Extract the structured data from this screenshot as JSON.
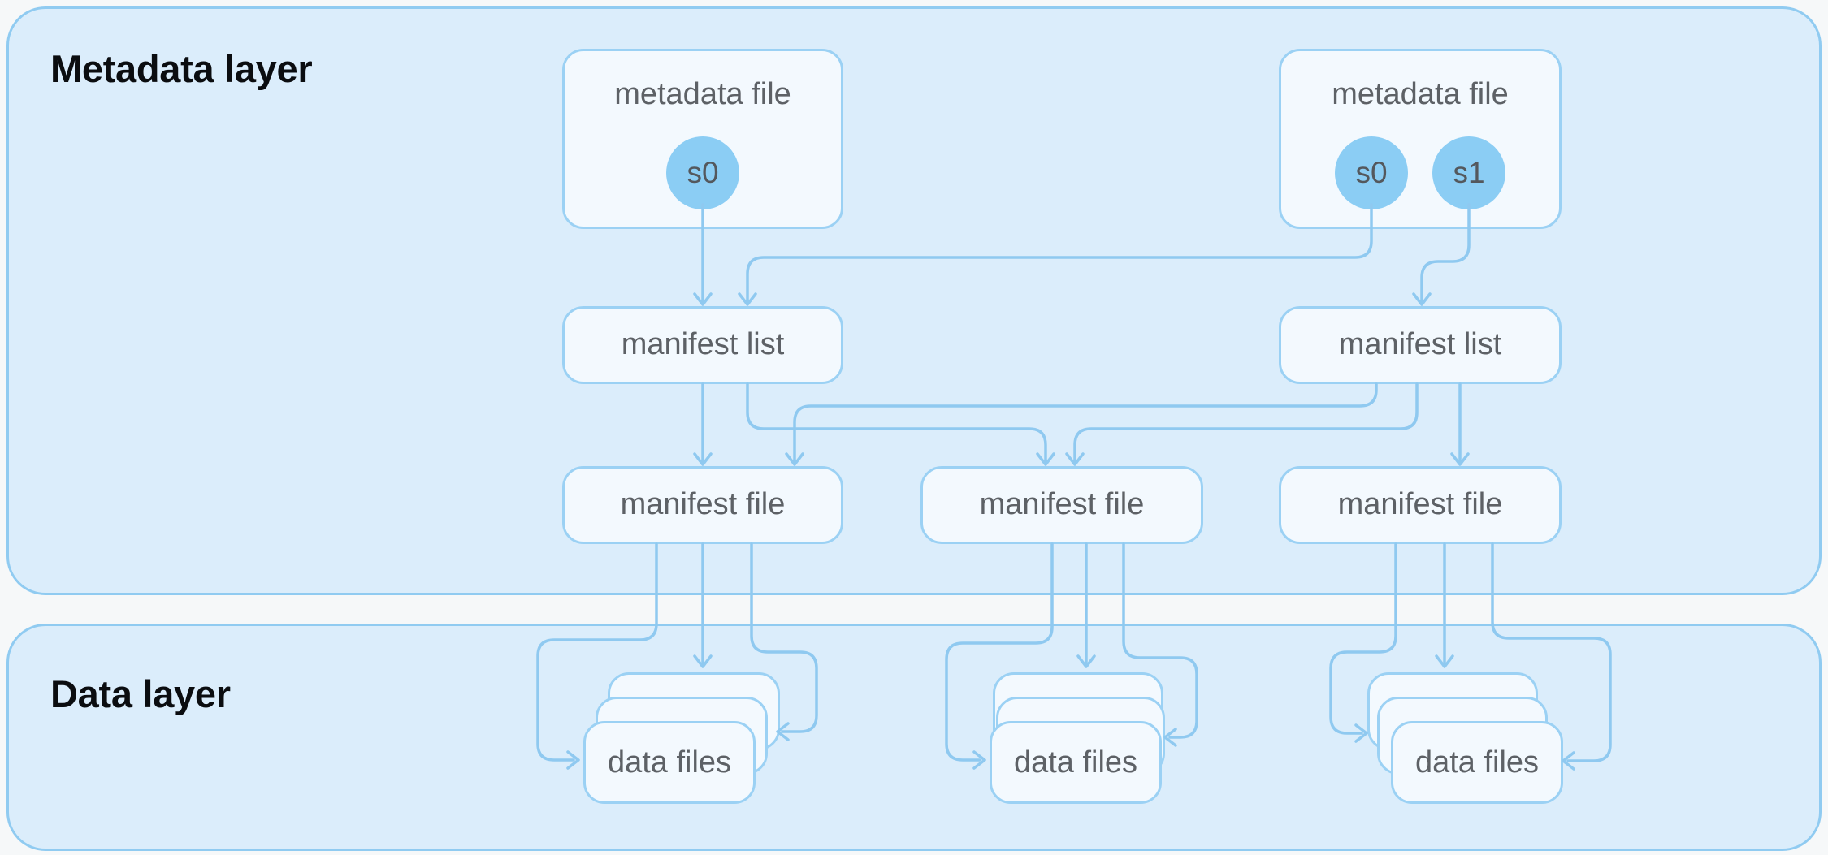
{
  "colors": {
    "page_bg": "#f6f8f9",
    "panel_fill": "#dbedfb",
    "panel_stroke": "#90cbf1",
    "node_fill": "#f3f9fe",
    "node_stroke": "#9bd1f4",
    "connector": "#8fc9f0",
    "snapshot_fill": "#8bcdf4",
    "snapshot_text": "#54585d",
    "label_text": "#5d6166",
    "title_text": "#0b0d10"
  },
  "layers": {
    "metadata": {
      "title": "Metadata layer"
    },
    "data": {
      "title": "Data layer"
    }
  },
  "nodes": {
    "metadata_file_left": {
      "label": "metadata file",
      "snapshots": [
        "s0"
      ]
    },
    "metadata_file_right": {
      "label": "metadata file",
      "snapshots": [
        "s0",
        "s1"
      ]
    },
    "manifest_list_left": {
      "label": "manifest list"
    },
    "manifest_list_right": {
      "label": "manifest list"
    },
    "manifest_file_left": {
      "label": "manifest file"
    },
    "manifest_file_middle": {
      "label": "manifest file"
    },
    "manifest_file_right": {
      "label": "manifest file"
    },
    "data_files_left": {
      "label": "data files"
    },
    "data_files_middle": {
      "label": "data files"
    },
    "data_files_right": {
      "label": "data files"
    }
  }
}
